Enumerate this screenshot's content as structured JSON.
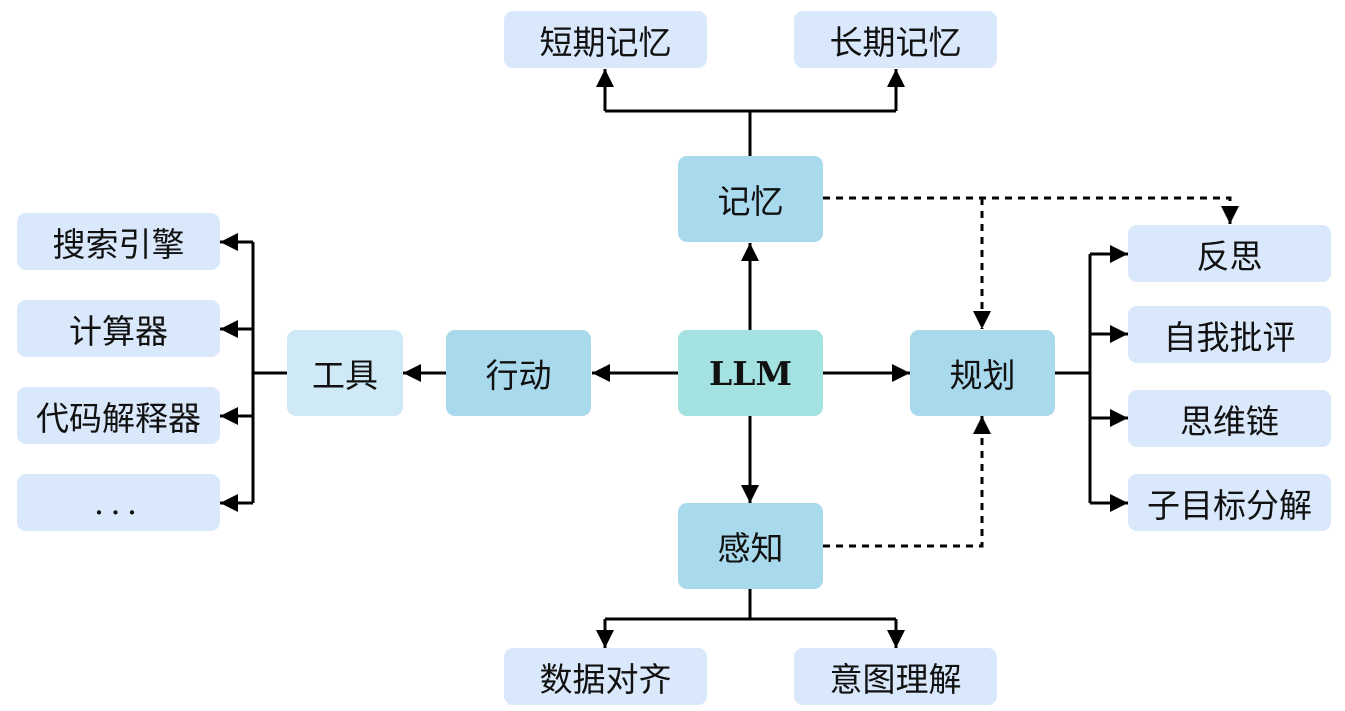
{
  "center": {
    "label": "LLM"
  },
  "memory": {
    "label": "记忆",
    "children": [
      "短期记忆",
      "长期记忆"
    ]
  },
  "perception": {
    "label": "感知",
    "children": [
      "数据对齐",
      "意图理解"
    ]
  },
  "action": {
    "label": "行动"
  },
  "tools": {
    "label": "工具",
    "children": [
      "搜索引擎",
      "计算器",
      "代码解释器",
      "..."
    ]
  },
  "planning": {
    "label": "规划",
    "children": [
      "反思",
      "自我批评",
      "思维链",
      "子目标分解"
    ]
  },
  "colors": {
    "leaf": "#dae8fb",
    "module": "#a8d9ec",
    "tool": "#cfe9f6",
    "core": "#a4e2e2",
    "line": "#000000"
  }
}
